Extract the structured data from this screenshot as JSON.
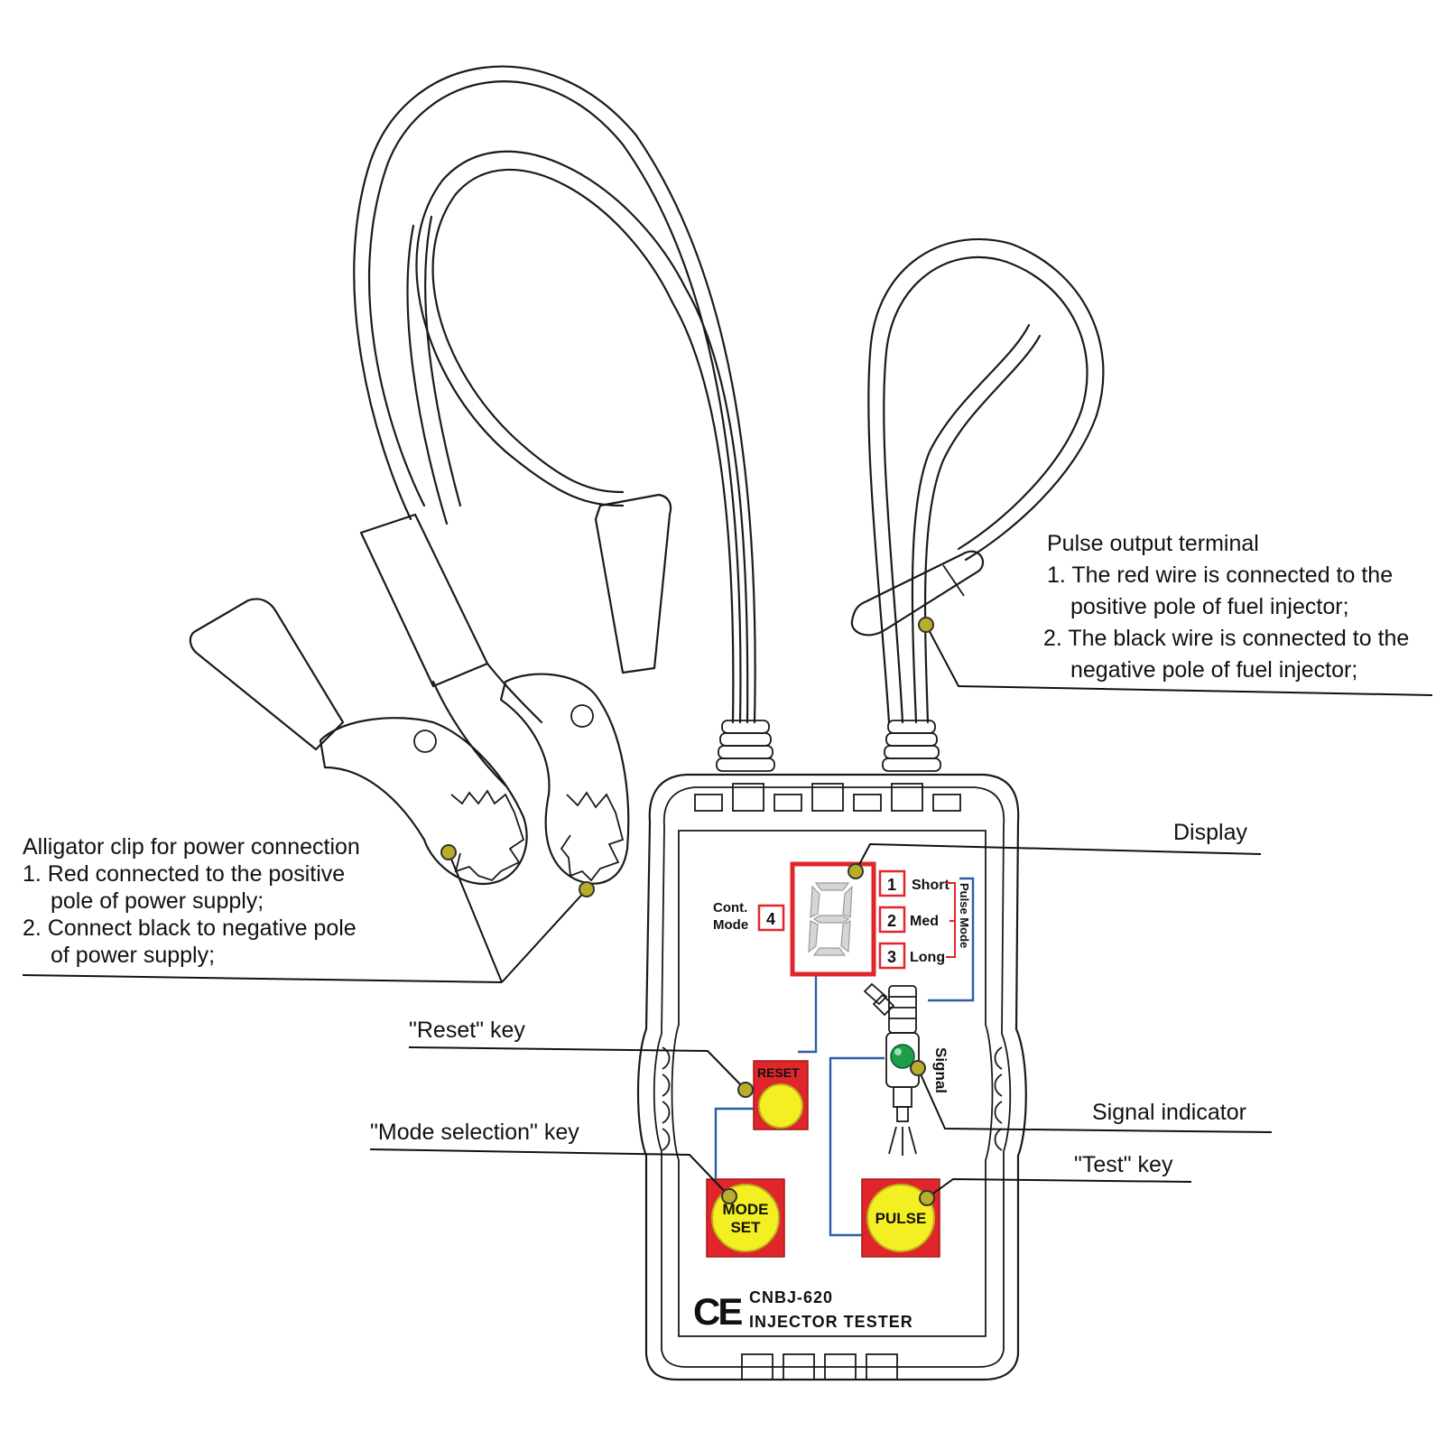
{
  "device": {
    "model": "CNBJ-620",
    "name": "INJECTOR TESTER",
    "ce_mark": "CE",
    "cont_mode_label": [
      "Cont.",
      "Mode"
    ],
    "cont_mode_number": "4",
    "pulse_modes": [
      {
        "number": "1",
        "label": "Short"
      },
      {
        "number": "2",
        "label": "Med"
      },
      {
        "number": "3",
        "label": "Long"
      }
    ],
    "pulse_mode_bracket_label": "Pulse Mode",
    "signal_label": "Signal",
    "buttons": {
      "reset": "RESET",
      "mode_set": [
        "MODE",
        "SET"
      ],
      "pulse": "PULSE"
    }
  },
  "callouts": {
    "pulse_output": {
      "title": "Pulse output terminal",
      "lines": [
        "1. The red wire is connected to the",
        "positive pole of fuel injector;",
        "2. The black wire is connected to the",
        "negative pole of fuel injector;"
      ]
    },
    "alligator": {
      "title": "Alligator clip for power connection",
      "lines": [
        "1. Red connected to the positive",
        "pole of power supply;",
        "2. Connect black to negative pole",
        "of power supply;"
      ]
    },
    "display": "Display",
    "reset_key": "\"Reset\" key",
    "mode_key": "\"Mode selection\" key",
    "signal_indicator": "Signal indicator",
    "test_key": "\"Test\" key"
  },
  "colors": {
    "panel_red": "#e0262b",
    "key_yellow": "#f3ef22",
    "trace_blue": "#2a5fa8",
    "marker_olive": "#b9ad2a",
    "signal_green": "#1f9e4a",
    "display_segment": "#d6d6d6"
  }
}
